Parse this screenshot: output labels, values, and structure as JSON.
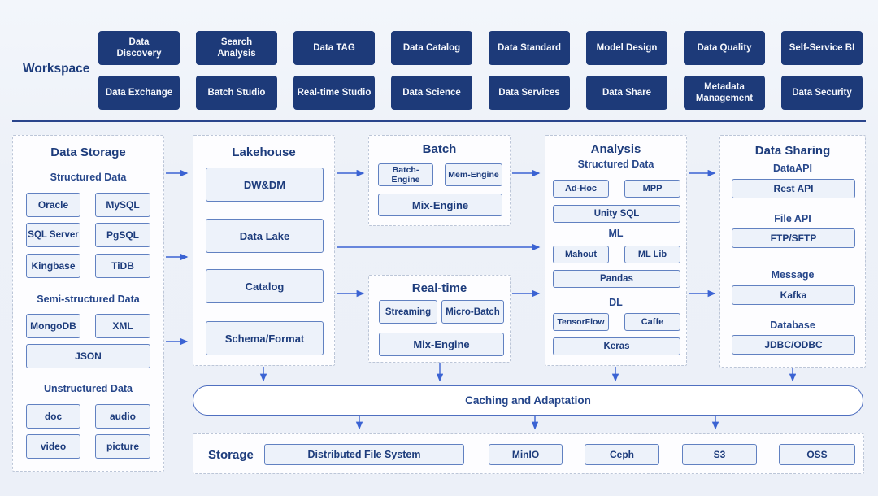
{
  "workspace": {
    "label": "Workspace",
    "row1": [
      "Data\nDiscovery",
      "Search\nAnalysis",
      "Data TAG",
      "Data Catalog",
      "Data Standard",
      "Model Design",
      "Data Quality",
      "Self-Service BI"
    ],
    "row2": [
      "Data Exchange",
      "Batch Studio",
      "Real-time Studio",
      "Data Science",
      "Data Services",
      "Data Share",
      "Metadata\nManagement",
      "Data Security"
    ]
  },
  "storage_panel": {
    "title": "Data Storage",
    "structured_label": "Structured Data",
    "structured": [
      "Oracle",
      "MySQL",
      "SQL Server",
      "PgSQL",
      "Kingbase",
      "TiDB"
    ],
    "semi_label": "Semi-structured Data",
    "semi": [
      "MongoDB",
      "XML",
      "JSON"
    ],
    "unstructured_label": "Unstructured Data",
    "unstructured": [
      "doc",
      "audio",
      "video",
      "picture"
    ]
  },
  "lakehouse": {
    "title": "Lakehouse",
    "boxes": [
      "DW&DM",
      "Data Lake",
      "Catalog",
      "Schema/Format"
    ]
  },
  "batch": {
    "title": "Batch",
    "engines": [
      "Batch-Engine",
      "Mem-Engine"
    ],
    "mix": "Mix-Engine"
  },
  "realtime": {
    "title": "Real-time",
    "engines": [
      "Streaming",
      "Micro-Batch"
    ],
    "mix": "Mix-Engine"
  },
  "analysis": {
    "title": "Analysis",
    "structured_label": "Structured Data",
    "structured": [
      "Ad-Hoc",
      "MPP",
      "Unity SQL"
    ],
    "ml_label": "ML",
    "ml": [
      "Mahout",
      "ML Lib",
      "Pandas"
    ],
    "dl_label": "DL",
    "dl": [
      "TensorFlow",
      "Caffe",
      "Keras"
    ]
  },
  "sharing": {
    "title": "Data Sharing",
    "sections": [
      {
        "label": "DataAPI",
        "box": "Rest API"
      },
      {
        "label": "File API",
        "box": "FTP/SFTP"
      },
      {
        "label": "Message",
        "box": "Kafka"
      },
      {
        "label": "Database",
        "box": "JDBC/ODBC"
      }
    ]
  },
  "caching": {
    "label": "Caching and Adaptation"
  },
  "storage_row": {
    "label": "Storage",
    "boxes": [
      "Distributed File System",
      "MinIO",
      "Ceph",
      "S3",
      "OSS"
    ]
  },
  "connections": [
    {
      "from": "Data Storage (Structured Data)",
      "to": "Lakehouse (DW&DM)"
    },
    {
      "from": "Data Storage (Structured Data)",
      "to": "Lakehouse (Data Lake / Catalog)"
    },
    {
      "from": "Data Storage (Semi-structured Data)",
      "to": "Lakehouse (Schema/Format)"
    },
    {
      "from": "Lakehouse",
      "to": "Batch"
    },
    {
      "from": "Lakehouse",
      "to": "Analysis"
    },
    {
      "from": "Lakehouse",
      "to": "Real-time"
    },
    {
      "from": "Batch",
      "to": "Analysis"
    },
    {
      "from": "Real-time",
      "to": "Analysis"
    },
    {
      "from": "Analysis",
      "to": "Data Sharing (DataAPI)"
    },
    {
      "from": "Analysis",
      "to": "Data Sharing (Message)"
    },
    {
      "from": "Lakehouse",
      "to": "Caching and Adaptation"
    },
    {
      "from": "Real-time",
      "to": "Caching and Adaptation"
    },
    {
      "from": "Analysis",
      "to": "Caching and Adaptation"
    },
    {
      "from": "Data Sharing",
      "to": "Caching and Adaptation"
    },
    {
      "from": "Caching and Adaptation",
      "to": "Storage (Distributed File System / MinIO / S3)"
    }
  ],
  "colors": {
    "navy_button": "#1d3a79",
    "title_text": "#1d3c7c",
    "arrow": "#3b63d3",
    "box_border": "#6181c1",
    "box_fill": "#edf2fa",
    "panel_border": "#bcc6d8",
    "divider": "#2a458c",
    "background": "#eef1f8"
  }
}
